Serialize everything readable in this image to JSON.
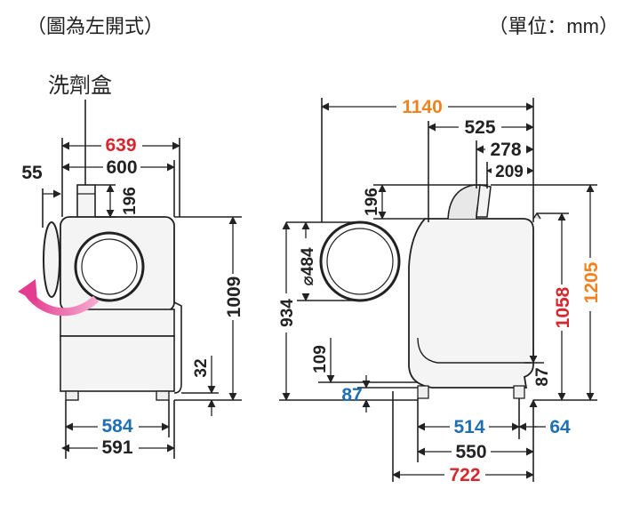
{
  "header": {
    "opening_side": "（圖為左開式）",
    "unit": "（單位：mm）"
  },
  "labels": {
    "detergent_box": "洗劑盒"
  },
  "front_view": {
    "total_width": "639",
    "body_width": "600",
    "detergent_offset": "55",
    "detergent_height": "196",
    "body_height": "1009",
    "hose_height": "32",
    "foot_inner_width": "584",
    "foot_outer_width": "591"
  },
  "side_view": {
    "total_depth": "1140",
    "top_to_door": "525",
    "handle_depth": "278",
    "handle_inner": "209",
    "handle_height": "196",
    "door_diameter": "⌀484",
    "door_center_height": "934",
    "base_height_109": "109",
    "base_height_87_left": "87",
    "base_height_87_right": "87",
    "body_height": "1058",
    "total_height": "1205",
    "foot_depth": "514",
    "rear_offset": "64",
    "base_depth": "550",
    "overall_depth": "722"
  },
  "colors": {
    "red": "#d7262e",
    "orange": "#f08222",
    "blue": "#1f6fb2",
    "black": "#222222",
    "machine_fill": "#f4f4f4",
    "arrow_pink": "#e43c8f"
  }
}
